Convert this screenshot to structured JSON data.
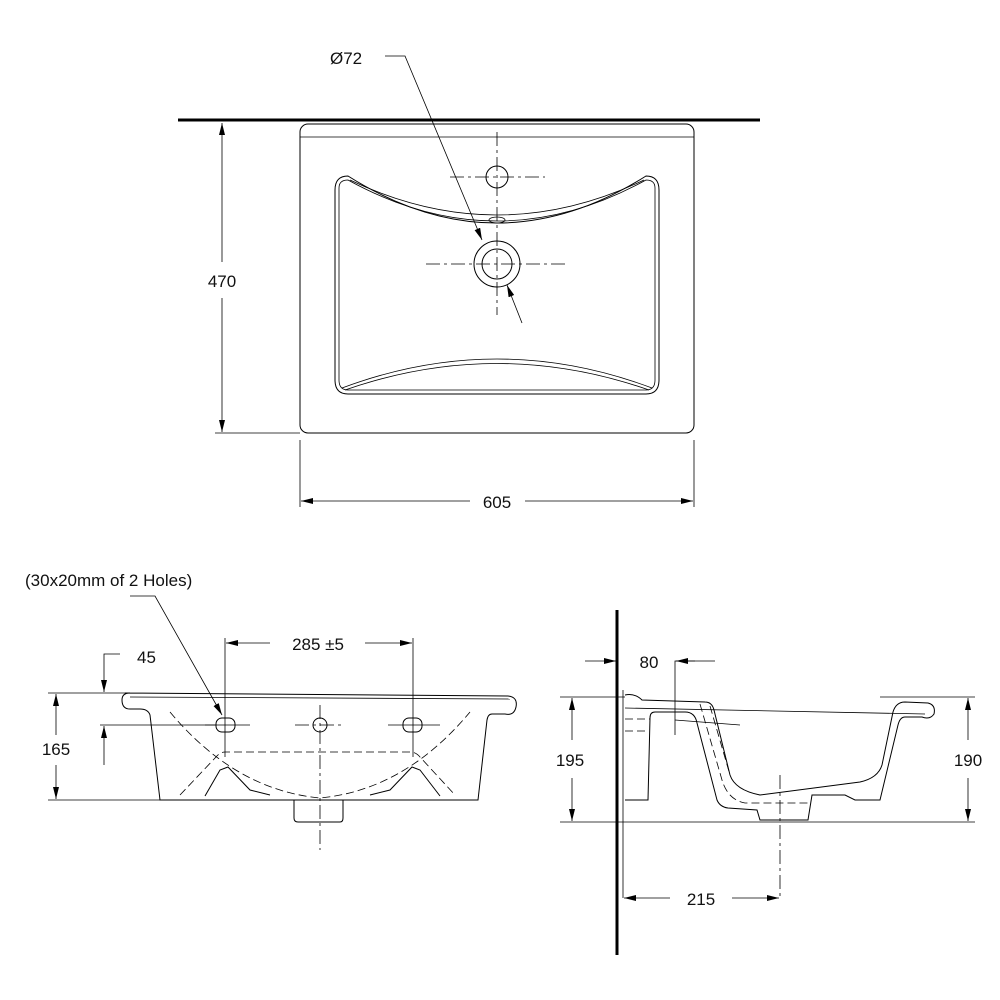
{
  "top_view": {
    "diameter_label": "Ø72",
    "depth_label": "470",
    "width_label": "605"
  },
  "front_view": {
    "holes_note": "(30x20mm of 2 Holes)",
    "hole_spacing_label": "285 ±5",
    "hole_height_label": "45",
    "height_label": "165"
  },
  "side_view": {
    "wall_offset_label": "80",
    "total_height_label": "195",
    "basin_height_label": "190",
    "drain_distance_label": "215"
  }
}
